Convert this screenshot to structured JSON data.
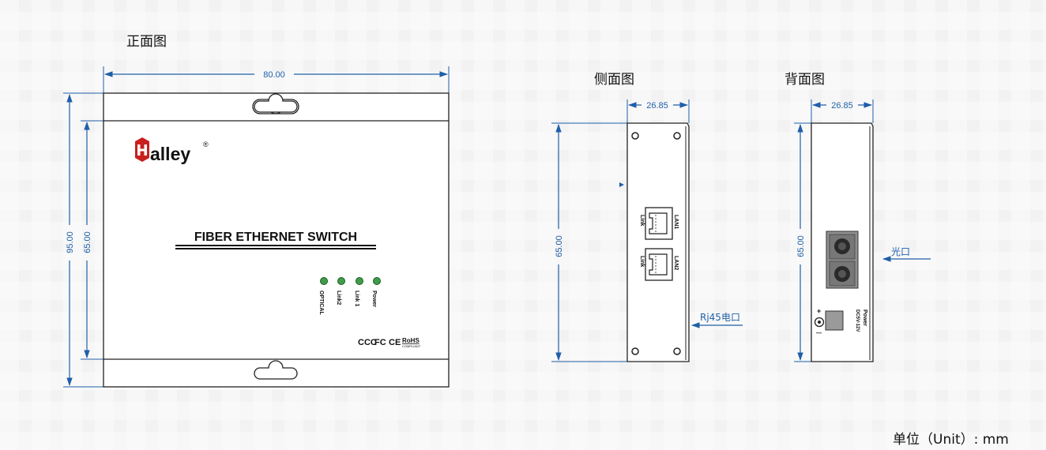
{
  "views": {
    "front": {
      "title": "正面图",
      "width_dim": "80.00",
      "height_outer_dim": "95.00",
      "height_inner_dim": "65.00",
      "brand": "Halley",
      "brand_mark": "®",
      "product_name": "FIBER ETHERNET SWITCH",
      "leds": [
        "OPTICAL",
        "Link2",
        "Link 1",
        "Power"
      ],
      "certifications": [
        "CCC",
        "FC",
        "CE",
        "RoHS"
      ],
      "rohs_sub": "COMPLIANT"
    },
    "side": {
      "title": "侧面图",
      "width_dim": "26.85",
      "height_dim": "65.00",
      "ports": [
        {
          "name": "LAN1",
          "link": "Link"
        },
        {
          "name": "LAN2",
          "link": "Link"
        }
      ],
      "callout": "Rj45电口"
    },
    "back": {
      "title": "背面图",
      "width_dim": "26.85",
      "height_dim": "65.00",
      "callout": "光口",
      "power_label": "Power",
      "power_spec": "DC5V-12V",
      "polarity_plus": "+",
      "polarity_minus": "—"
    }
  },
  "unit_label": "单位（Unit）: mm",
  "colors": {
    "dimension": "#1f5fa8",
    "outline": "#222222",
    "brand_red": "#c8201e"
  }
}
